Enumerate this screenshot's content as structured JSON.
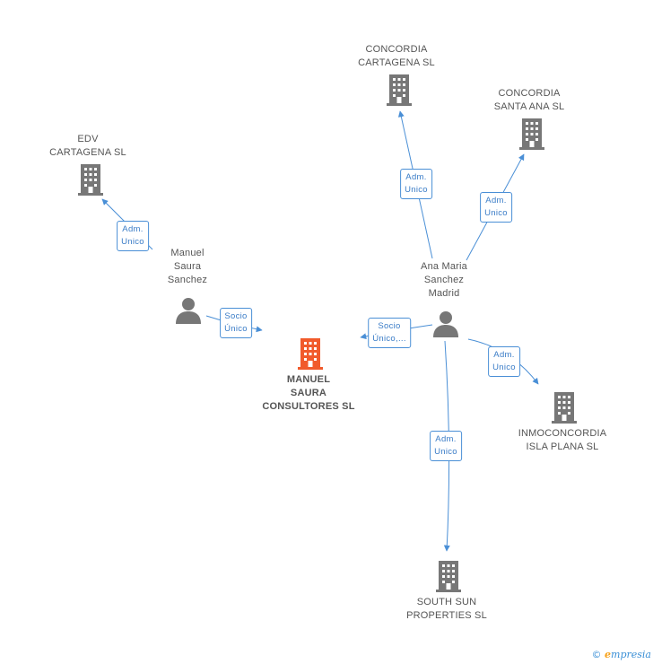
{
  "colors": {
    "edge": "#4a8fd6",
    "company": "#777777",
    "main_company": "#f15a2b",
    "person": "#777777"
  },
  "nodes": {
    "main": {
      "label": "MANUEL\nSAURA\nCONSULTORES SL",
      "icon": "building-icon"
    },
    "edv": {
      "label": "EDV\nCARTAGENA SL",
      "icon": "building-icon"
    },
    "concordia_cartagena": {
      "label": "CONCORDIA\nCARTAGENA SL",
      "icon": "building-icon"
    },
    "concordia_santa_ana": {
      "label": "CONCORDIA\nSANTA ANA SL",
      "icon": "building-icon"
    },
    "inmoconcordia": {
      "label": "INMOCONCORDIA\nISLA PLANA SL",
      "icon": "building-icon"
    },
    "south_sun": {
      "label": "SOUTH SUN\nPROPERTIES SL",
      "icon": "building-icon"
    },
    "manuel": {
      "label": "Manuel\nSaura\nSanchez",
      "icon": "person-icon"
    },
    "ana": {
      "label": "Ana Maria\nSanchez\nMadrid",
      "icon": "person-icon"
    }
  },
  "edges": [
    {
      "id": "manuel-edv",
      "label": "Adm.\nUnico"
    },
    {
      "id": "manuel-main",
      "label": "Socio\nÚnico"
    },
    {
      "id": "ana-main",
      "label": "Socio\nÚnico,..."
    },
    {
      "id": "ana-concordia-cartagena",
      "label": "Adm.\nUnico"
    },
    {
      "id": "ana-concordia-santa-ana",
      "label": "Adm.\nUnico"
    },
    {
      "id": "ana-inmoconcordia",
      "label": "Adm.\nUnico"
    },
    {
      "id": "ana-south-sun",
      "label": "Adm.\nUnico"
    }
  ],
  "footer": {
    "copyright": "©",
    "brand_e": "e",
    "brand_rest": "mpresia"
  }
}
